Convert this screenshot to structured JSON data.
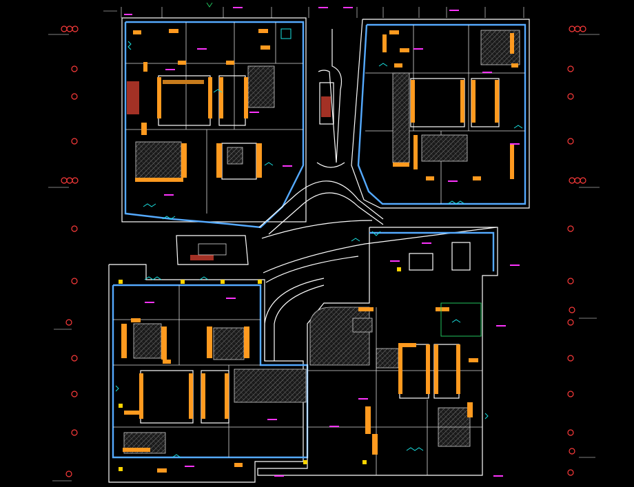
{
  "drawing": {
    "background": "#000000",
    "colors": {
      "wall": "#ffffff",
      "exterior_boundary": "#55aaff",
      "column": "#ff9a1f",
      "cyan_marks": "#19e3e3",
      "axis_bubble": "#ff3b3b",
      "annotation": "#ff33ff",
      "stair_red": "#c0392b",
      "marker_yellow": "#ffd400"
    },
    "regions": [
      {
        "name": "north-west-block"
      },
      {
        "name": "north-east-block"
      },
      {
        "name": "south-west-block"
      },
      {
        "name": "south-east-block"
      }
    ],
    "left_axis_bubbles": 13,
    "right_axis_bubbles": 13
  }
}
